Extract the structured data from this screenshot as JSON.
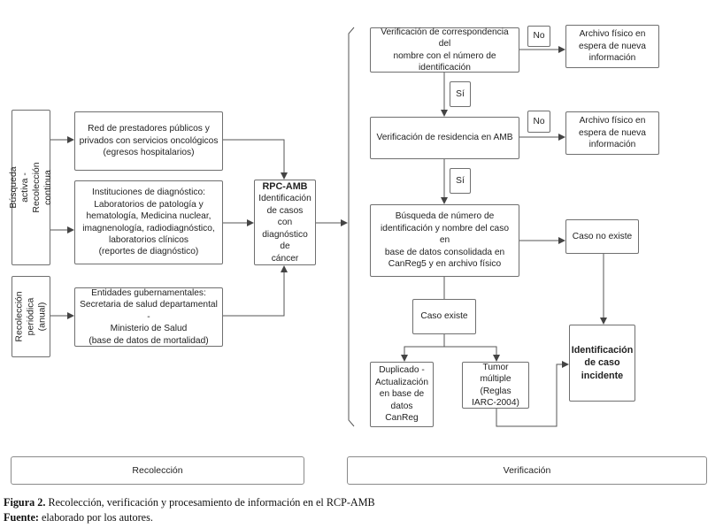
{
  "sources": {
    "active": "Búsqueda activa -\nRecolección continua",
    "periodic": "Recolección\nperiódica\n(anual)",
    "providers": "Red de prestadores públicos y\nprivados con servicios oncológicos\n(egresos hospitalarios)",
    "diagnostic": "Instituciones de diagnóstico:\nLaboratorios de patología y\nhematología, Medicina nuclear,\nimagnenología, radiodiagnóstico,\nlaboratorios clínicos\n(reportes de diagnóstico)",
    "government": "Entidades gubernamentales:\nSecretaria de salud departamental -\nMinisterio de Salud\n(base de datos de mortalidad)"
  },
  "rpc": {
    "title": "RPC-AMB",
    "body": "Identificación\nde casos con\ndiagnóstico de\ncáncer"
  },
  "verification": {
    "name_check": "Verificación de correspondencia del\nnombre con el número de\nidentificación",
    "residence_check": "Verificación de residencia en AMB",
    "search": "Búsqueda de número de\nidentificación y nombre del caso en\nbase de datos consolidada en\nCanReg5 y en archivo físico",
    "no_label_1": "No",
    "no_label_2": "No",
    "yes_label_1": "Sí",
    "yes_label_2": "Sí",
    "archive_1": "Archivo físico en\nespera de nueva\ninformación",
    "archive_2": "Archivo físico en\nespera de nueva\ninformación",
    "case_not_exists": "Caso no existe",
    "case_exists": "Caso existe",
    "duplicate": "Duplicado -\nActualización\nen base de\ndatos CanReg",
    "multiple_tumor": "Tumor múltiple\n(Reglas\nIARC-2004)",
    "incident": "Identificación\nde caso\nincidente"
  },
  "footer": {
    "collection": "Recolección",
    "verification": "Verificación"
  },
  "caption": {
    "figure_label": "Figura 2.",
    "figure_text": " Recolección, verificación y procesamiento de información en el RCP-AMB",
    "source_label": "Fuente:",
    "source_text": " elaborado por los autores."
  }
}
